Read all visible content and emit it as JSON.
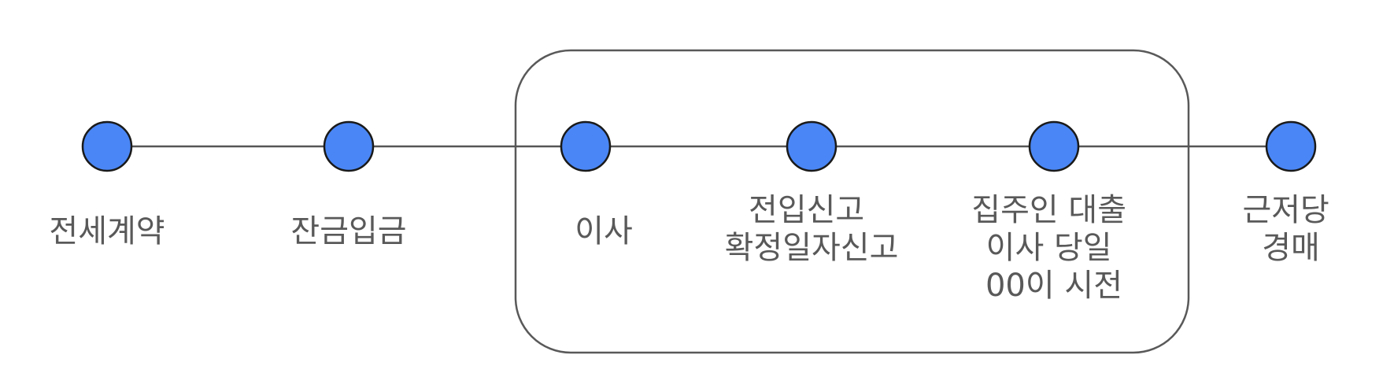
{
  "timeline": {
    "steps": [
      {
        "label_lines": [
          "전세계약"
        ]
      },
      {
        "label_lines": [
          "잔금입금"
        ]
      },
      {
        "label_lines": [
          "이사"
        ]
      },
      {
        "label_lines": [
          "전입신고",
          "확정일자신고"
        ]
      },
      {
        "label_lines": [
          "집주인 대출",
          "이사 당일",
          "00이 시전"
        ]
      },
      {
        "label_lines": [
          "근저당",
          "경매"
        ]
      }
    ],
    "colors": {
      "node_fill": "#4a86f5",
      "node_stroke": "#1a1a1a",
      "line": "#555555",
      "group_box_stroke": "#595959",
      "label": "#595959"
    }
  }
}
